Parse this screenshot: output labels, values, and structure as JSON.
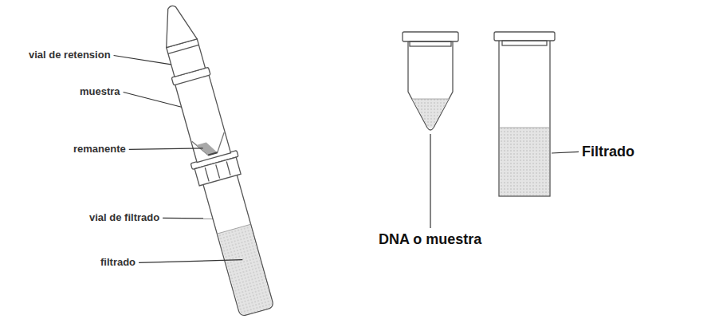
{
  "diagram": {
    "labels": [
      "vial de retension",
      "muestra",
      "remanente",
      "vial de filtrado",
      "filtrado",
      "DNA o muestra",
      "Filtrado"
    ]
  }
}
